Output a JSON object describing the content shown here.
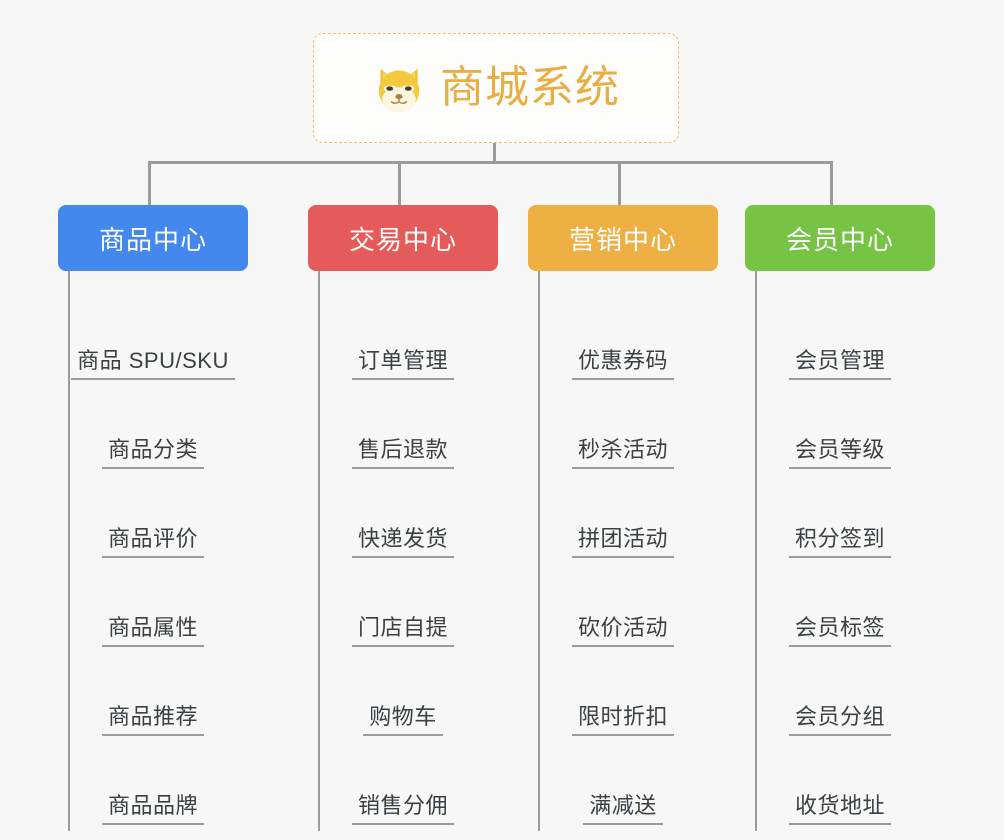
{
  "diagram": {
    "type": "org-chart",
    "background_color": "#f7f7f7",
    "connector_color": "#9b9b9b",
    "root": {
      "title": "商城系统",
      "icon": "shiba-dog-emoji",
      "text_color": "#e9ae43",
      "border_color": "#edbe6b",
      "border_style": "dashed"
    },
    "columns": [
      {
        "header": "商品中心",
        "color": "#4488ee",
        "items": [
          "商品 SPU/SKU",
          "商品分类",
          "商品评价",
          "商品属性",
          "商品推荐",
          "商品品牌"
        ]
      },
      {
        "header": "交易中心",
        "color": "#e45b59",
        "items": [
          "订单管理",
          "售后退款",
          "快递发货",
          "门店自提",
          "购物车",
          "销售分佣"
        ]
      },
      {
        "header": "营销中心",
        "color": "#eeb043",
        "items": [
          "优惠券码",
          "秒杀活动",
          "拼团活动",
          "砍价活动",
          "限时折扣",
          "满减送"
        ]
      },
      {
        "header": "会员中心",
        "color": "#77c344",
        "items": [
          "会员管理",
          "会员等级",
          "积分签到",
          "会员标签",
          "会员分组",
          "收货地址"
        ]
      }
    ]
  }
}
